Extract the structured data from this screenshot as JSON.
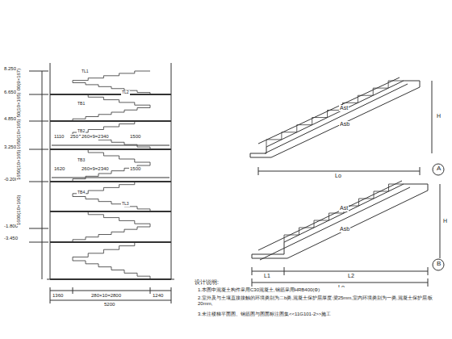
{
  "diagram": {
    "labels": [
      "8.250",
      "6.650",
      "4.850",
      "3.250",
      "-0.200",
      "-1.800",
      "-3.450",
      "1500(9×167)",
      "1650(10×165)",
      "1650(10×165)",
      "1650(10×165)",
      "1600(10×160)",
      "1360",
      "280×10=2800",
      "1240",
      "5200",
      "1620",
      "260×9=2340",
      "1500",
      "1110",
      "250",
      "260×9=2340",
      "1500",
      "TL1",
      "TB1",
      "TB2",
      "TB3",
      "TB4",
      "TL2",
      "TL3",
      "Ast",
      "Asb",
      "Lo",
      "H",
      "A",
      "Ast",
      "Asb",
      "L1",
      "L2",
      "Lo",
      "H",
      "B",
      "设计说明:",
      "1.本图中混凝土构件采用C30混凝土,钢筋采用HRB400(Φ)",
      "2.室外及与土壤直接接触的环境类别为二b类,混凝土保护层厚度:梁25mm,室内环境类别为一类,混凝土保护层:板20mm,",
      "3.未注楼梯平面图、钢筋图与图面标注图集<<11G101-2>>施工"
    ]
  }
}
